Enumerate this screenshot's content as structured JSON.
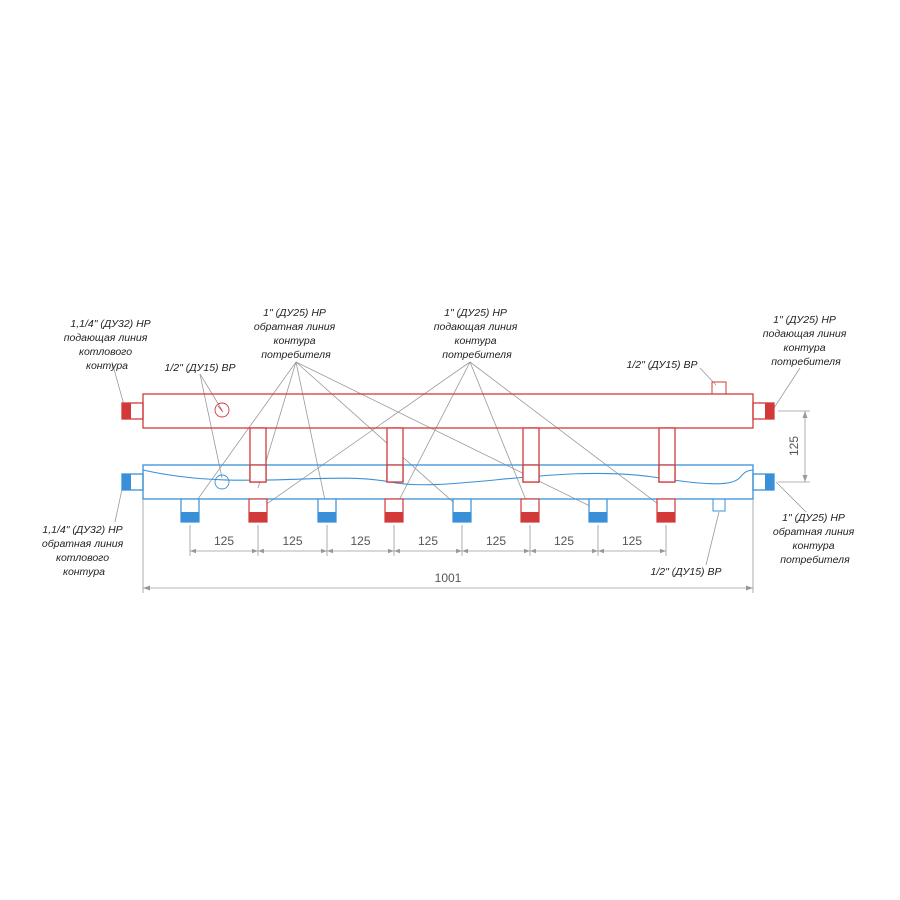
{
  "colors": {
    "supply": "#d23a3a",
    "return": "#3a90d8",
    "dimension": "#9a9a9a",
    "text": "#222222"
  },
  "labels": {
    "left_supply": [
      "1,1/4\" (ДУ32) НР",
      "подающая линия",
      "котлового",
      "контура"
    ],
    "left_return": [
      "1,1/4\" (ДУ32) НР",
      "обратная линия",
      "котлового",
      "контура"
    ],
    "consumer_return": [
      "1\" (ДУ25) НР",
      "обратная линия",
      "контура",
      "потребителя"
    ],
    "consumer_supply": [
      "1\" (ДУ25) НР",
      "подающая линия",
      "контура",
      "потребителя"
    ],
    "right_supply": [
      "1\" (ДУ25) НР",
      "подающая линия",
      "контура",
      "потребителя"
    ],
    "right_return": [
      "1\" (ДУ25) НР",
      "обратная линия",
      "контура",
      "потребителя"
    ],
    "top_left_port": "1/2\" (ДУ15) ВР",
    "top_right_port": "1/2\" (ДУ15) ВР",
    "bottom_right_port": "1/2\" (ДУ15) ВР"
  },
  "dimensions": {
    "spacings": [
      "125",
      "125",
      "125",
      "125",
      "125",
      "125",
      "125"
    ],
    "total_length": "1001",
    "pipe_gap": "125"
  }
}
